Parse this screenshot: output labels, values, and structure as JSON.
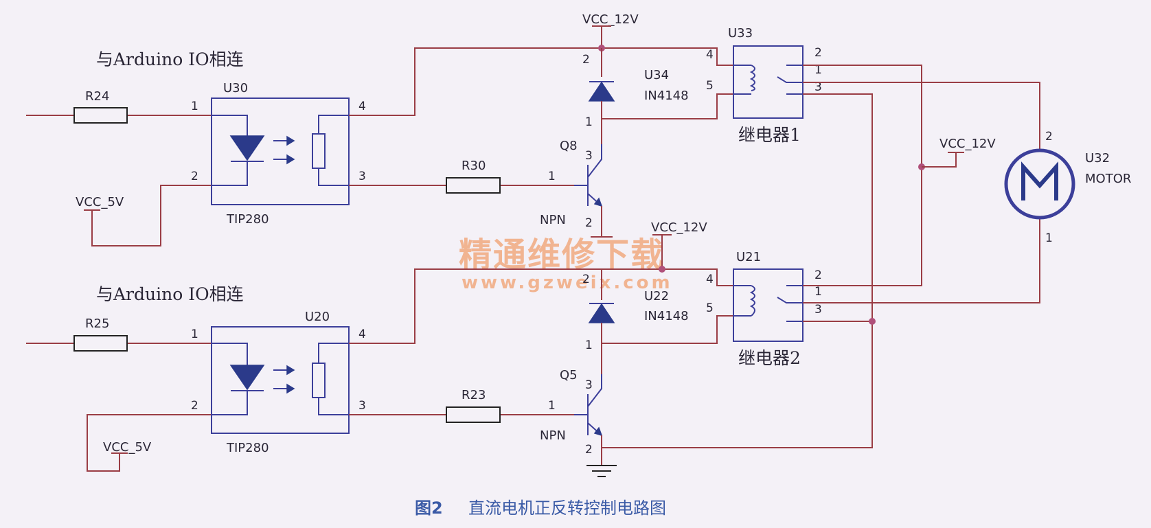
{
  "circuit": {
    "arduino_label": "与Arduino IO相连",
    "resistors": {
      "r24": "R24",
      "r25": "R25",
      "r30": "R30",
      "r23": "R23"
    },
    "optocouplers": {
      "u30": "U30",
      "u20": "U20",
      "part": "TIP280"
    },
    "supplies": {
      "vcc5": "VCC_5V",
      "vcc12": "VCC_12V"
    },
    "diodes": {
      "u34": "U34",
      "u22": "U22",
      "part": "IN4148"
    },
    "transistors": {
      "q8": "Q8",
      "q5": "Q5",
      "type": "NPN"
    },
    "relays": {
      "u33": "U33",
      "u21": "U21",
      "relay1": "继电器1",
      "relay2": "继电器2"
    },
    "motor": {
      "ref": "U32",
      "name": "MOTOR"
    },
    "pins": [
      "1",
      "2",
      "3",
      "4",
      "5"
    ]
  },
  "caption": {
    "fig": "图2",
    "title": "直流电机正反转控制电路图"
  },
  "watermark": {
    "text": "精通维修下载",
    "url": "www.gzweix.com"
  },
  "colors": {
    "wire": "#9a3d45",
    "component": "#3c3f9a",
    "caption": "#3a5aa6",
    "watermark": "#f0a070"
  }
}
